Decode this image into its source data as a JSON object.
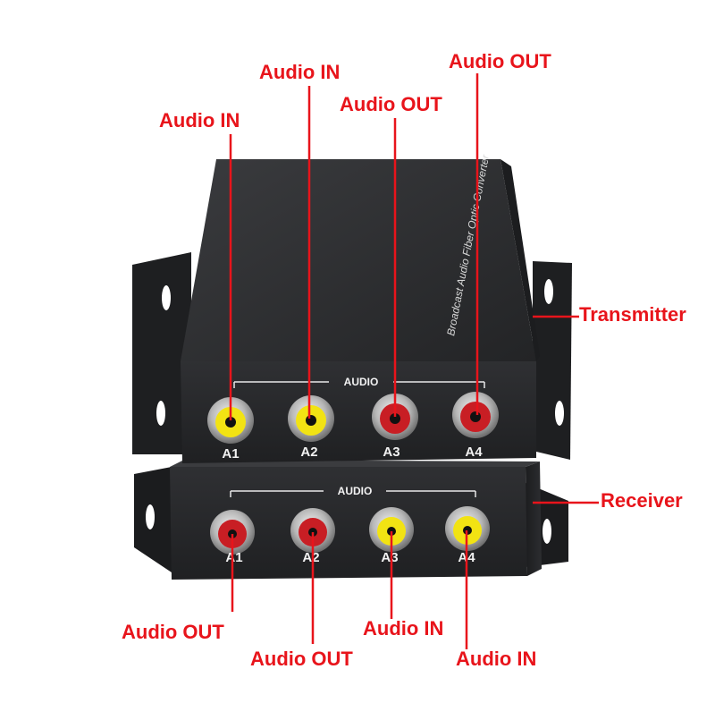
{
  "colors": {
    "callout_text": "#e8141b",
    "device_body": "#2b2c2e",
    "connector_yellow": "#f2e313",
    "connector_red": "#c81e24"
  },
  "transmitter": {
    "top_print": "Broadcast Audio Fiber Optic Converter",
    "panel_title": "AUDIO",
    "ports": [
      {
        "label": "A1",
        "color": "yellow"
      },
      {
        "label": "A2",
        "color": "yellow"
      },
      {
        "label": "A3",
        "color": "red"
      },
      {
        "label": "A4",
        "color": "red"
      }
    ]
  },
  "receiver": {
    "panel_title": "AUDIO",
    "ports": [
      {
        "label": "A1",
        "color": "red"
      },
      {
        "label": "A2",
        "color": "red"
      },
      {
        "label": "A3",
        "color": "yellow"
      },
      {
        "label": "A4",
        "color": "yellow"
      }
    ]
  },
  "callouts": {
    "tx_a1": "Audio IN",
    "tx_a2": "Audio IN",
    "tx_a3": "Audio OUT",
    "tx_a4": "Audio OUT",
    "transmitter": "Transmitter",
    "receiver": "Receiver",
    "rx_a1": "Audio OUT",
    "rx_a2": "Audio OUT",
    "rx_a3": "Audio IN",
    "rx_a4": "Audio IN"
  }
}
